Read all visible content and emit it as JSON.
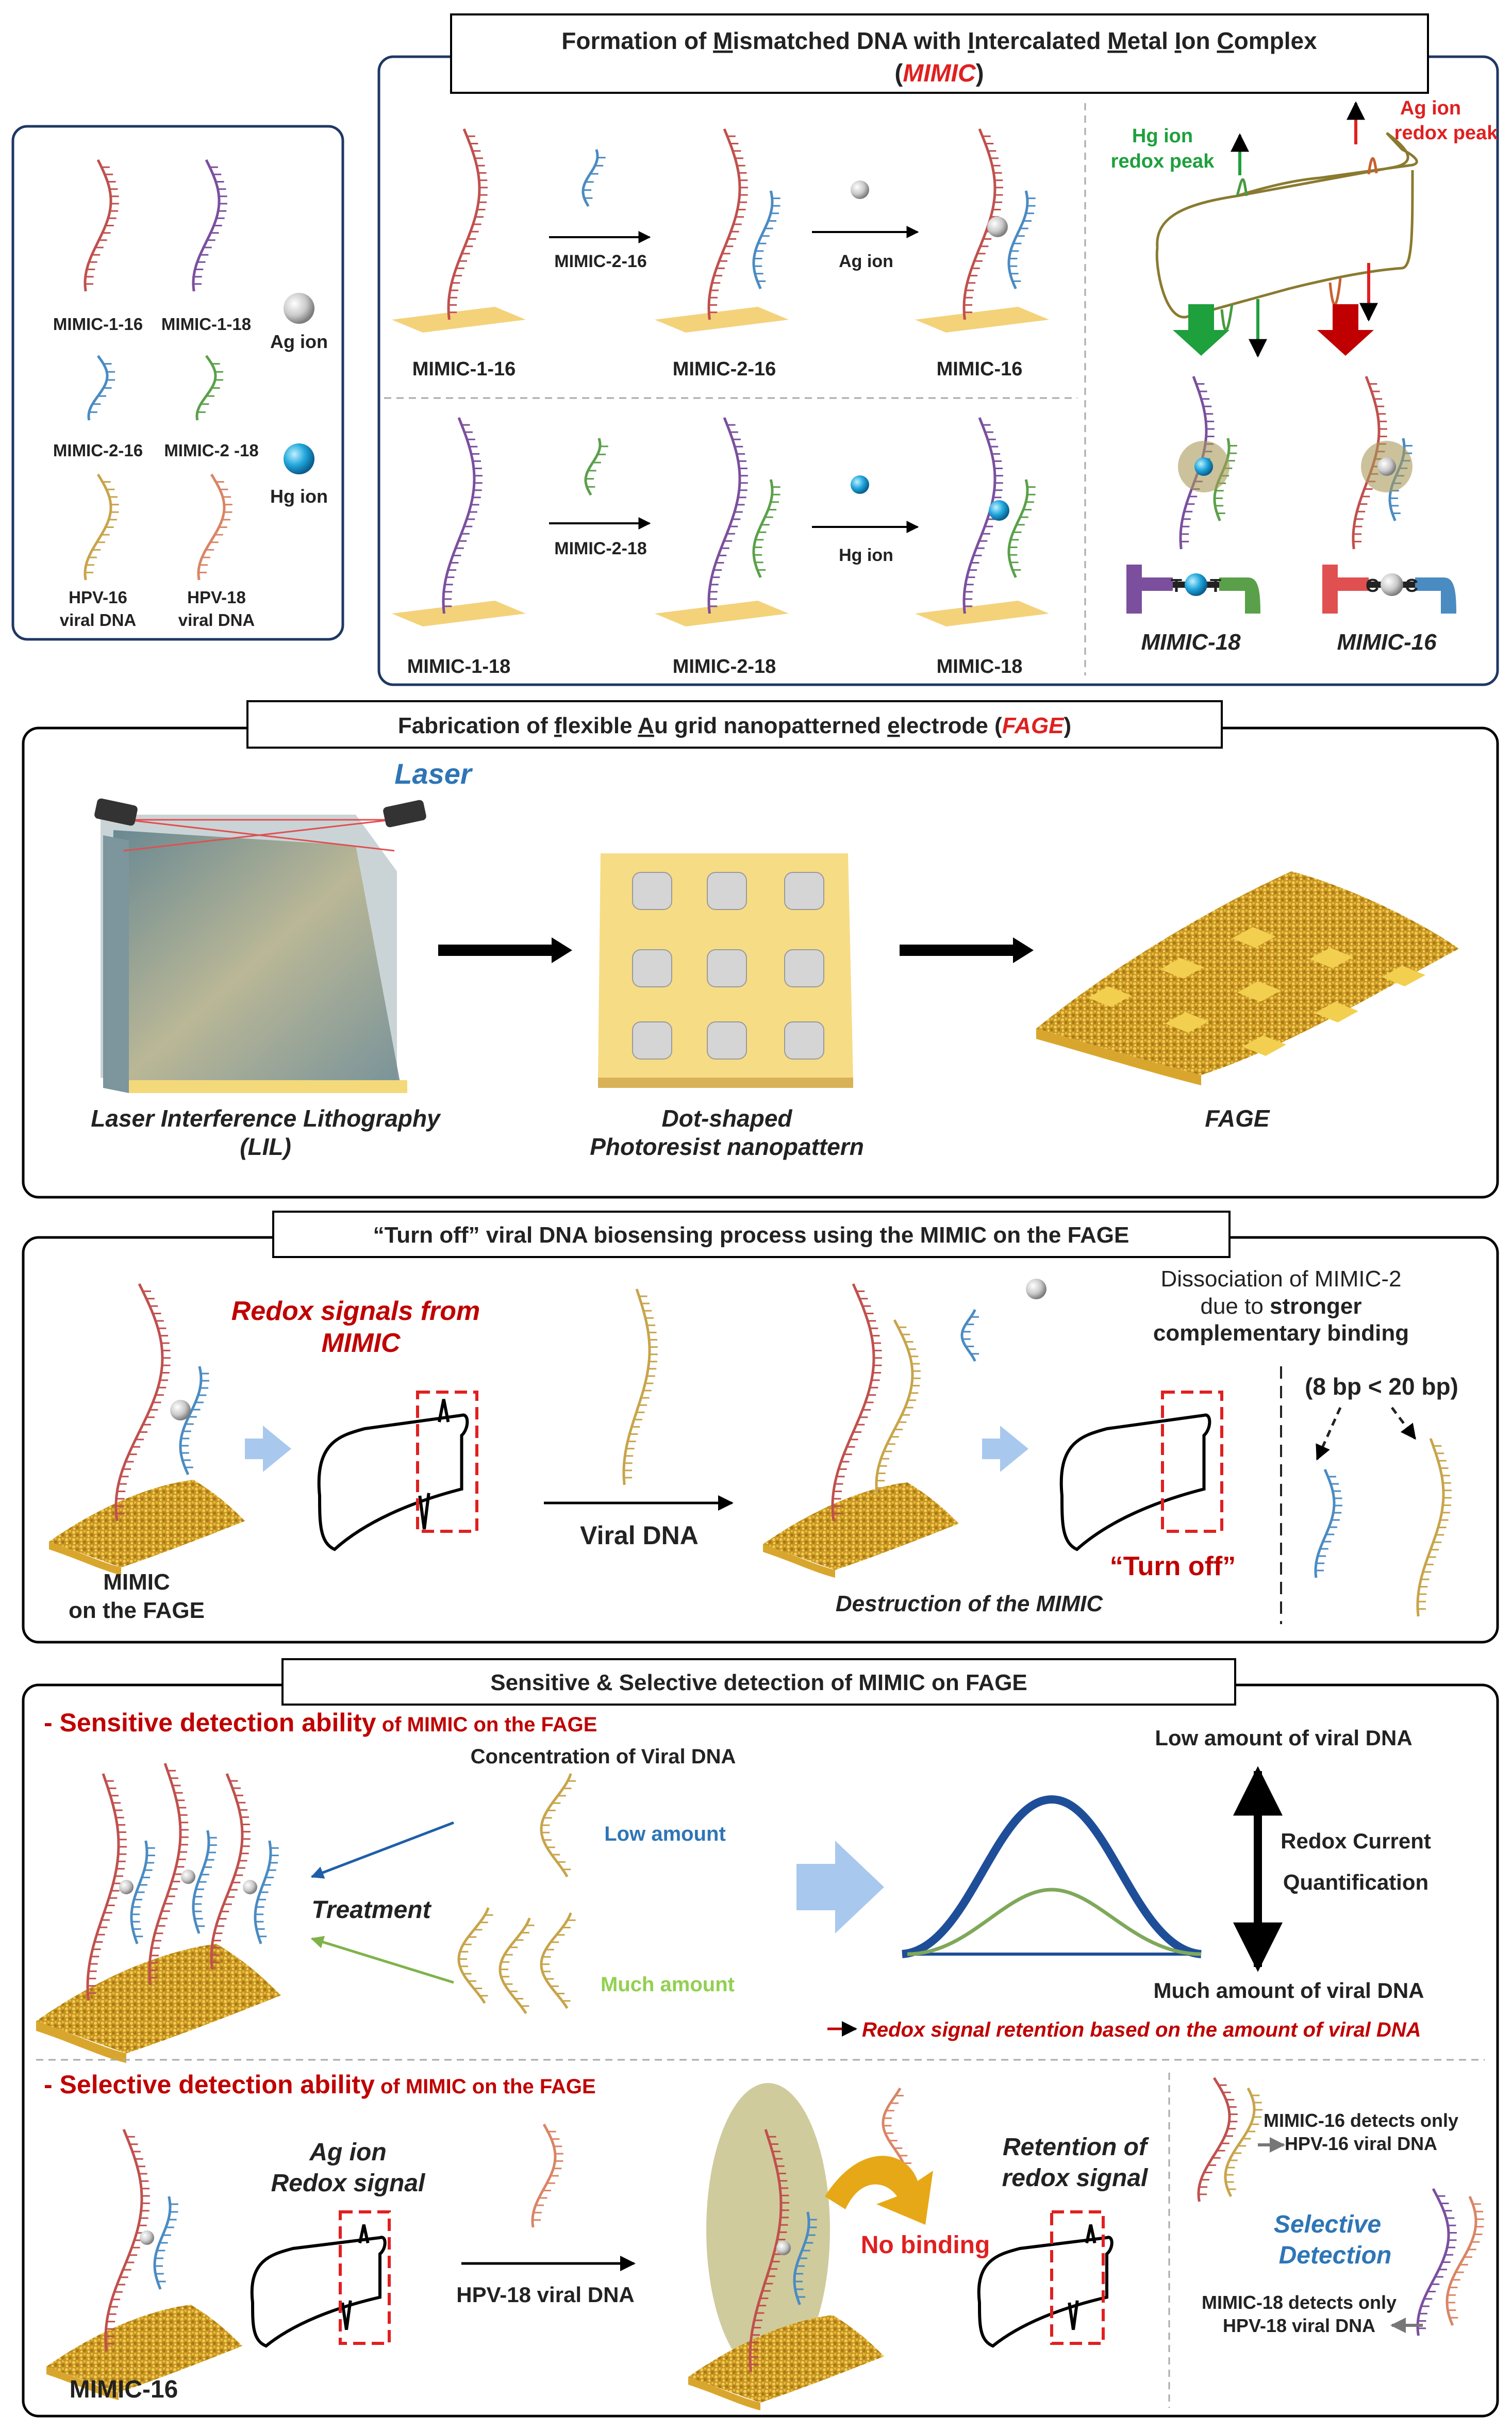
{
  "legend": {
    "dna_labels": [
      "MIMIC-1-16",
      "MIMIC-1-18",
      "MIMIC-2-16",
      "MIMIC-2 -18"
    ],
    "viral_labels": [
      {
        "line1": "HPV-16",
        "line2": "viral DNA"
      },
      {
        "line1": "HPV-18",
        "line2": "viral DNA"
      }
    ],
    "ag_label": "Ag ion",
    "hg_label": "Hg ion"
  },
  "formation": {
    "title_parts": [
      "Formation of ",
      "M",
      "ismatched DNA with ",
      "I",
      "ntercalated ",
      "M",
      "etal ",
      "I",
      "on ",
      "C",
      "omplex"
    ],
    "subtitle": "MIMIC",
    "row1": {
      "step1": "MIMIC-1-16",
      "arrow1": "MIMIC-2-16",
      "step2": "MIMIC-2-16",
      "arrow2": "Ag ion",
      "step3": "MIMIC-16"
    },
    "row2": {
      "step1": "MIMIC-1-18",
      "arrow1": "MIMIC-2-18",
      "step2": "MIMIC-2-18",
      "arrow2": "Hg ion",
      "step3": "MIMIC-18"
    },
    "cv": {
      "hg_line1": "Hg ion",
      "hg_line2": "redox peak",
      "ag_line1": "Ag ion",
      "ag_line2": "redox peak",
      "mimic18": "MIMIC-18",
      "mimic16": "MIMIC-16",
      "tt_left": "T",
      "tt_right": "T",
      "cc_left": "C",
      "cc_right": "C"
    }
  },
  "fabrication": {
    "title_parts": [
      "Fabrication of ",
      "f",
      "lexible ",
      "A",
      "u ",
      "g",
      "rid nanopatterned ",
      "e",
      "lectrode ("
    ],
    "title_em": "FAGE",
    "title_end": ")",
    "laser": "Laser",
    "lil_line1": "Laser  Interference Lithography",
    "lil_line2": "(LIL)",
    "dot_line1": "Dot-shaped",
    "dot_line2": "Photoresist nanopattern",
    "fage": "FAGE"
  },
  "turnoff": {
    "title": "“Turn off” viral DNA biosensing process using the MIMIC on the FAGE",
    "redox_line1": "Redox signals from",
    "redox_line2": "MIMIC",
    "viral_dna": "Viral DNA",
    "mimic_line1": "MIMIC",
    "mimic_line2": "on the FAGE",
    "destruction": "Destruction of the MIMIC",
    "turn_off": "“Turn off”",
    "dissoc_line1": "Dissociation of MIMIC-2",
    "dissoc_line2a": "due to ",
    "dissoc_line2b": "stronger",
    "dissoc_line3": "complementary binding",
    "bp": "(8 bp < 20 bp)"
  },
  "detection": {
    "title": "Sensitive & Selective detection of MIMIC on FAGE",
    "sens_head_big": "- Sensitive detection ability",
    "sens_head_small": " of MIMIC on the FAGE",
    "conc": "Concentration of Viral DNA",
    "low": "Low amount",
    "much": "Much amount",
    "treatment": "Treatment",
    "low_dna": "Low amount of viral DNA",
    "much_dna": "Much amount of viral DNA",
    "redox_cur": "Redox Current",
    "quant": "Quantification",
    "retention_note": "Redox signal retention based on the amount of viral DNA",
    "sel_head_big": "- Selective detection ability",
    "sel_head_small": " of MIMIC on the FAGE",
    "ag_line1": "Ag ion",
    "ag_line2": "Redox signal",
    "hpv18": "HPV-18  viral DNA",
    "no_binding": "No binding",
    "ret_line1": "Retention of",
    "ret_line2": "redox signal",
    "mimic16": "MIMIC-16",
    "sel_line1": "Selective",
    "sel_line2": "Detection",
    "m16_line1": "MIMIC-16  detects only",
    "m16_line2": "HPV-16 viral DNA",
    "m18_line1": "MIMIC-18  detects only",
    "m18_line2": "HPV-18 viral DNA"
  },
  "colors": {
    "red_dna": "#C0504D",
    "purple_dna": "#7B4F9E",
    "blue_dna": "#4A8BC2",
    "green_dna": "#5AA04A",
    "gold_dna": "#C8A44A",
    "salmon_dna": "#D98566",
    "title_red": "#E02020",
    "dark_red": "#C00000",
    "green_arrow": "#1EA03C",
    "cv_blue": "#1F4E99",
    "cv_green": "#7FA85A",
    "panel_border": "#1F3864"
  }
}
